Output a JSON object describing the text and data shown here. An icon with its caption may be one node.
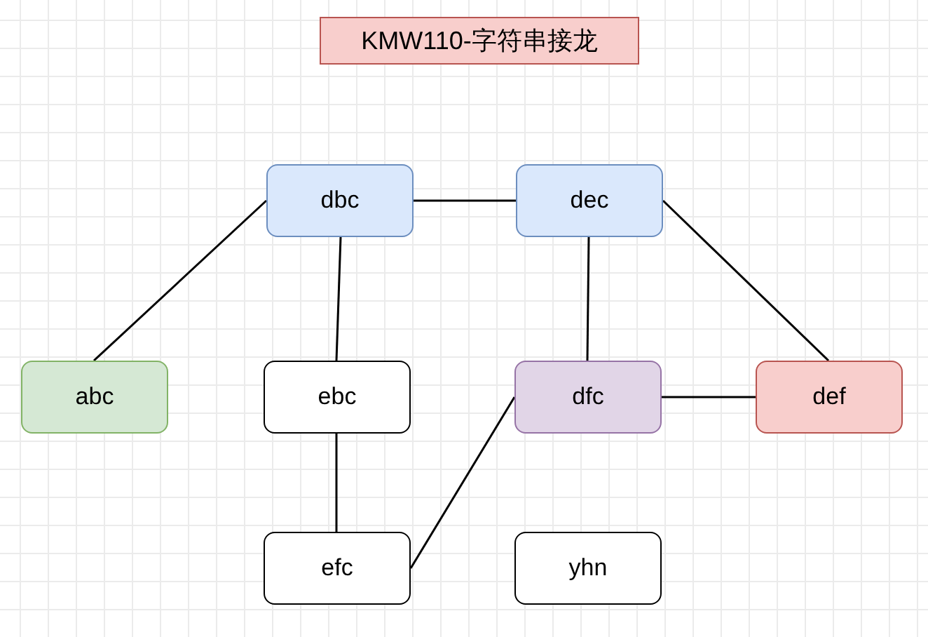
{
  "diagram": {
    "title": "KMW110-字符串接龙",
    "nodes": [
      {
        "text": [
          "dbc"
        ]
      },
      {
        "text": [
          "dec"
        ]
      },
      {
        "text": [
          "abc"
        ]
      },
      {
        "text": [
          "ebc"
        ]
      },
      {
        "text": [
          "dfc"
        ]
      },
      {
        "text": [
          "def"
        ]
      },
      {
        "text": [
          "efc"
        ]
      },
      {
        "text": [
          "yhn"
        ]
      }
    ],
    "edges": [
      {
        "from": 0,
        "to": 1,
        "arrow": "none"
      },
      {
        "from": 0,
        "to": 2,
        "arrow": "none"
      },
      {
        "from": 0,
        "to": 3,
        "arrow": "none"
      },
      {
        "from": 1,
        "to": 4,
        "arrow": "none"
      },
      {
        "from": 1,
        "to": 5,
        "arrow": "none"
      },
      {
        "from": 4,
        "to": 5,
        "arrow": "none"
      },
      {
        "from": 3,
        "to": 6,
        "arrow": "none"
      },
      {
        "from": 6,
        "to": 4,
        "arrow": "none"
      }
    ]
  }
}
